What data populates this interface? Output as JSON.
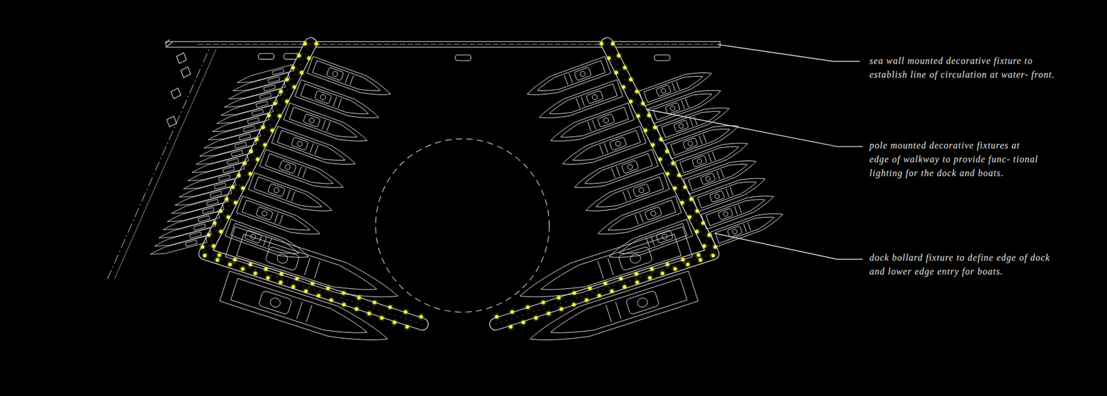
{
  "diagram": {
    "labels": [
      "sea wall mounted decorative fixture to establish line of circulation at water- front.",
      "pole mounted decorative fixtures at edge of walkway to provide func- tional lighting for the dock and boats.",
      "dock bollard fixture to define edge of dock and lower edge entry for boats."
    ]
  }
}
